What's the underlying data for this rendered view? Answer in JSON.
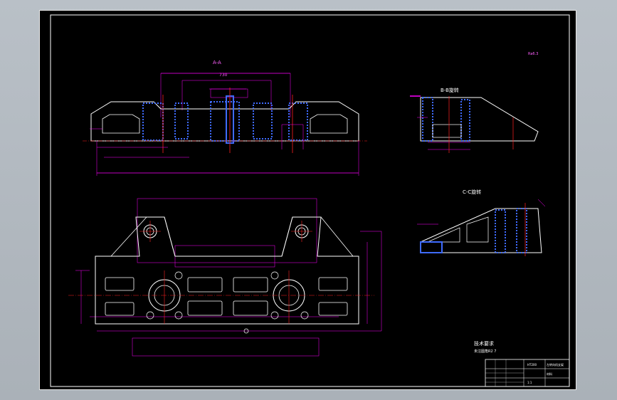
{
  "drawing": {
    "view_a_label": "A-A",
    "view_b_label": "B-B旋转",
    "view_c_label": "C-C旋转",
    "roughness_note": "Ra6.3",
    "top_dim": "730",
    "tech_title": "技术要求",
    "tech_line1": "未注圆角R2 7"
  },
  "title_block": {
    "name": "左转向机支架",
    "material": "HT200",
    "scale": "1:1",
    "sheet": "材料"
  },
  "colors": {
    "background": "#000000",
    "outline": "#ffffff",
    "dimension": "#ff00ff",
    "hidden": "#2f4bff",
    "center": "#ff2020",
    "hatch": "#3f6bff"
  }
}
